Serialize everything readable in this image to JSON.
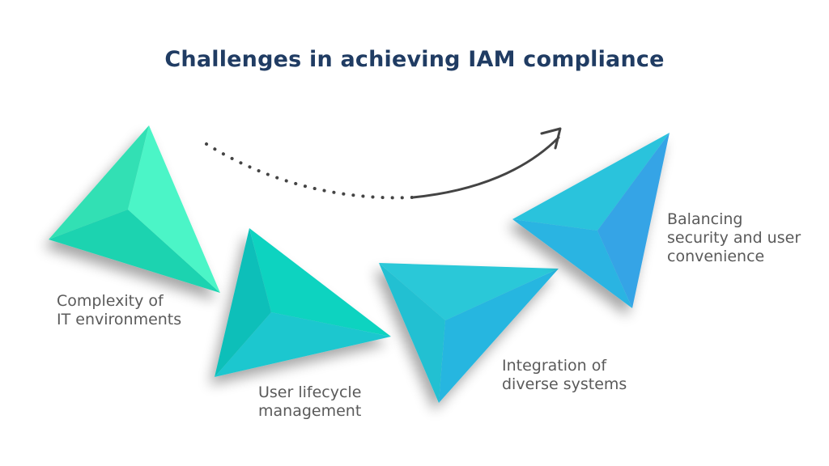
{
  "title": "Challenges in achieving IAM compliance",
  "steps": [
    {
      "line1": "Complexity of",
      "line2": "IT environments"
    },
    {
      "line1": "User lifecycle",
      "line2": "management"
    },
    {
      "line1": "Integration of",
      "line2": "diverse systems"
    },
    {
      "line1": "Balancing",
      "line2": "security and user",
      "line3": "convenience"
    }
  ],
  "colors": {
    "title": "#203c63",
    "label": "#5a5a5a",
    "arrow1": "#3de8b8",
    "arrow2": "#1ad6c2",
    "arrow3": "#26c2d8",
    "arrow4": "#2fa8e6",
    "connector": "#444444"
  }
}
